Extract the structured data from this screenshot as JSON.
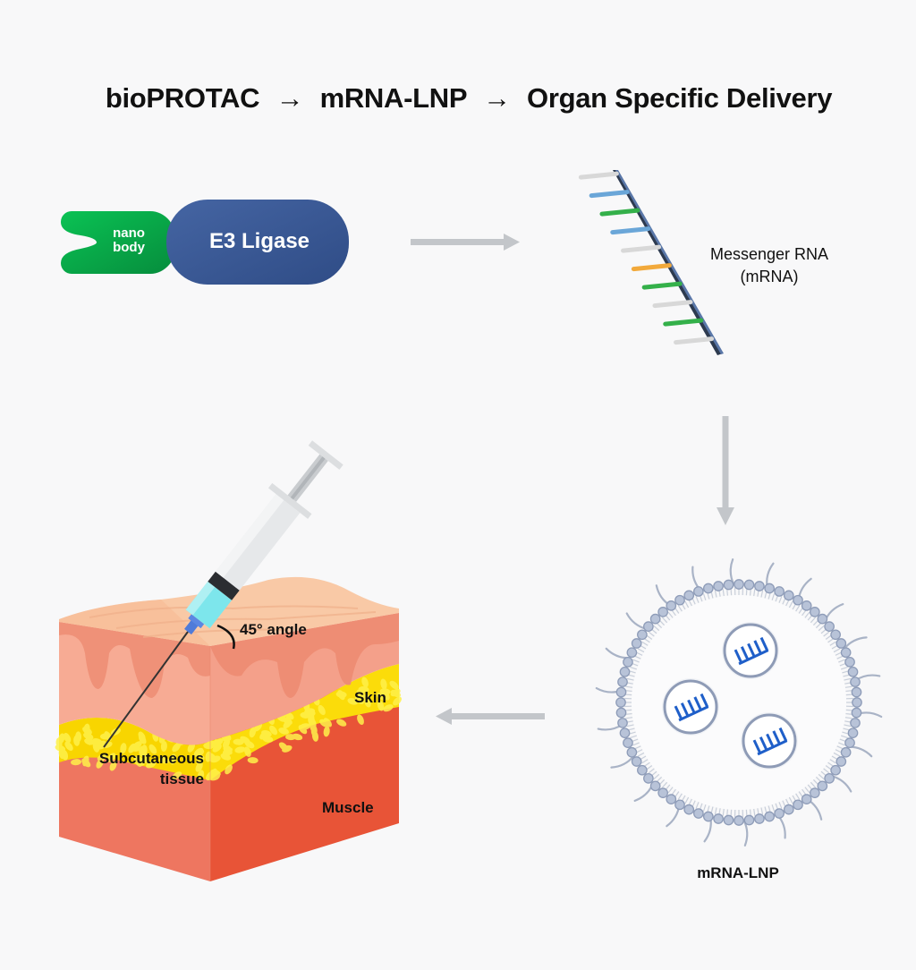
{
  "title": {
    "part1": "bioPROTAC",
    "arrow": "→",
    "part2": "mRNA-LNP",
    "part3": "Organ Specific Delivery"
  },
  "protac": {
    "nanobody_line1": "nano",
    "nanobody_line2": "body",
    "e3_label": "E3 Ligase",
    "colors": {
      "nanobody": "#06a84a",
      "e3": "#3a5a96"
    }
  },
  "mrna": {
    "label_line1": "Messenger RNA",
    "label_line2": "(mRNA)",
    "base_colors": [
      "#d8d8d8",
      "#6aa6d8",
      "#34b04a",
      "#6aa6d8",
      "#d8d8d8",
      "#f2a93b",
      "#34b04a",
      "#d8d8d8",
      "#34b04a",
      "#d8d8d8"
    ]
  },
  "lnp": {
    "label": "mRNA-LNP",
    "colors": {
      "shell": "#9aa9c4",
      "mrna": "#1f5fc9"
    }
  },
  "skin": {
    "angle_label": "45° angle",
    "skin_label": "Skin",
    "subq_line1": "Subcutaneous",
    "subq_line2": "tissue",
    "muscle_label": "Muscle"
  },
  "arrows": [
    {
      "direction": "right",
      "from": "bioPROTAC",
      "to": "mRNA"
    },
    {
      "direction": "down",
      "from": "mRNA",
      "to": "mRNA-LNP"
    },
    {
      "direction": "left",
      "from": "mRNA-LNP",
      "to": "injection"
    }
  ]
}
